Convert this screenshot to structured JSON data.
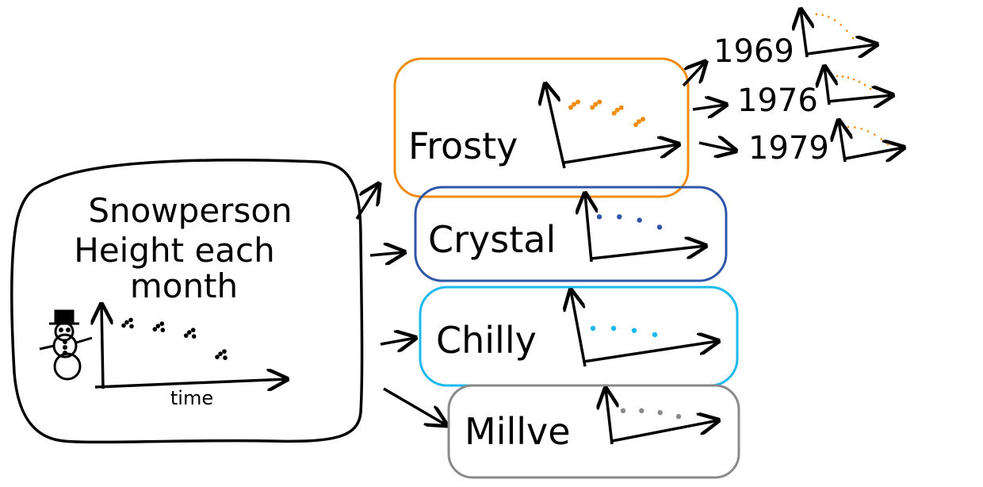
{
  "main": {
    "title_lines": [
      "Snowperson",
      "Height each",
      "month"
    ],
    "xlabel": "time",
    "point_color": "#000000"
  },
  "panels": [
    {
      "name": "Frosty",
      "border_color": "#F28C0F",
      "point_color": "#F28C0F"
    },
    {
      "name": "Crystal",
      "border_color": "#2F57A8",
      "point_color": "#2F57A8"
    },
    {
      "name": "Chilly",
      "border_color": "#1CB8EE",
      "point_color": "#1CB8EE"
    },
    {
      "name": "Millve",
      "border_color": "#8A8A8A",
      "point_color": "#8A8A8A"
    }
  ],
  "years": [
    {
      "label": "1969"
    },
    {
      "label": "1976"
    },
    {
      "label": "1979"
    }
  ],
  "years_point_color": "#F28C0F",
  "chart_data": {
    "type": "scatter",
    "xlabel": "time",
    "ylabel": "",
    "note": "Points sketched without values; relative trend: height decreases over time",
    "main_clusters": [
      {
        "x": 1,
        "y": 4
      },
      {
        "x": 2,
        "y": 3.7
      },
      {
        "x": 3,
        "y": 3.2
      },
      {
        "x": 4,
        "y": 1.5
      }
    ],
    "panel_points": [
      {
        "x": 1,
        "y": 3
      },
      {
        "x": 2,
        "y": 3
      },
      {
        "x": 3,
        "y": 2.6
      },
      {
        "x": 4,
        "y": 1.8
      }
    ]
  }
}
